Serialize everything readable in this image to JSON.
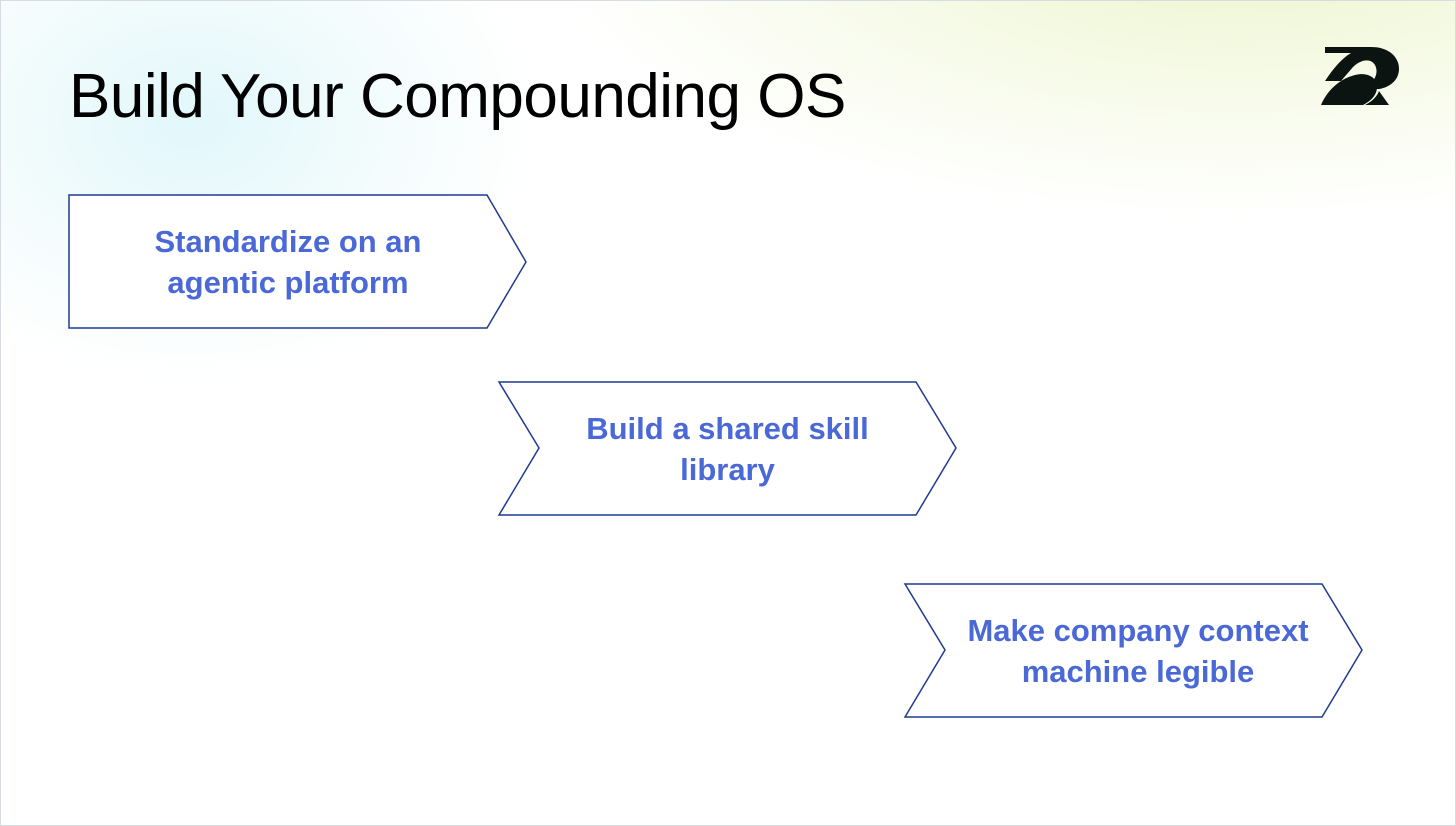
{
  "slide": {
    "title": "Build Your Compounding OS"
  },
  "logo": {
    "icon": "brand-logo-icon",
    "color": "#0b1410"
  },
  "colors": {
    "step_text": "#4a68d6",
    "step_border": "#1f3a93",
    "step_fill": "#ffffff",
    "glow_left": "#dcf6fa",
    "glow_right": "#e9f4c4"
  },
  "steps": [
    {
      "shape": "pentagon-arrow",
      "lines": [
        "Standardize on an",
        "agentic platform"
      ]
    },
    {
      "shape": "chevron",
      "lines": [
        "Build a shared skill",
        "library"
      ]
    },
    {
      "shape": "chevron",
      "lines": [
        "Make company context",
        "machine legible"
      ]
    }
  ]
}
